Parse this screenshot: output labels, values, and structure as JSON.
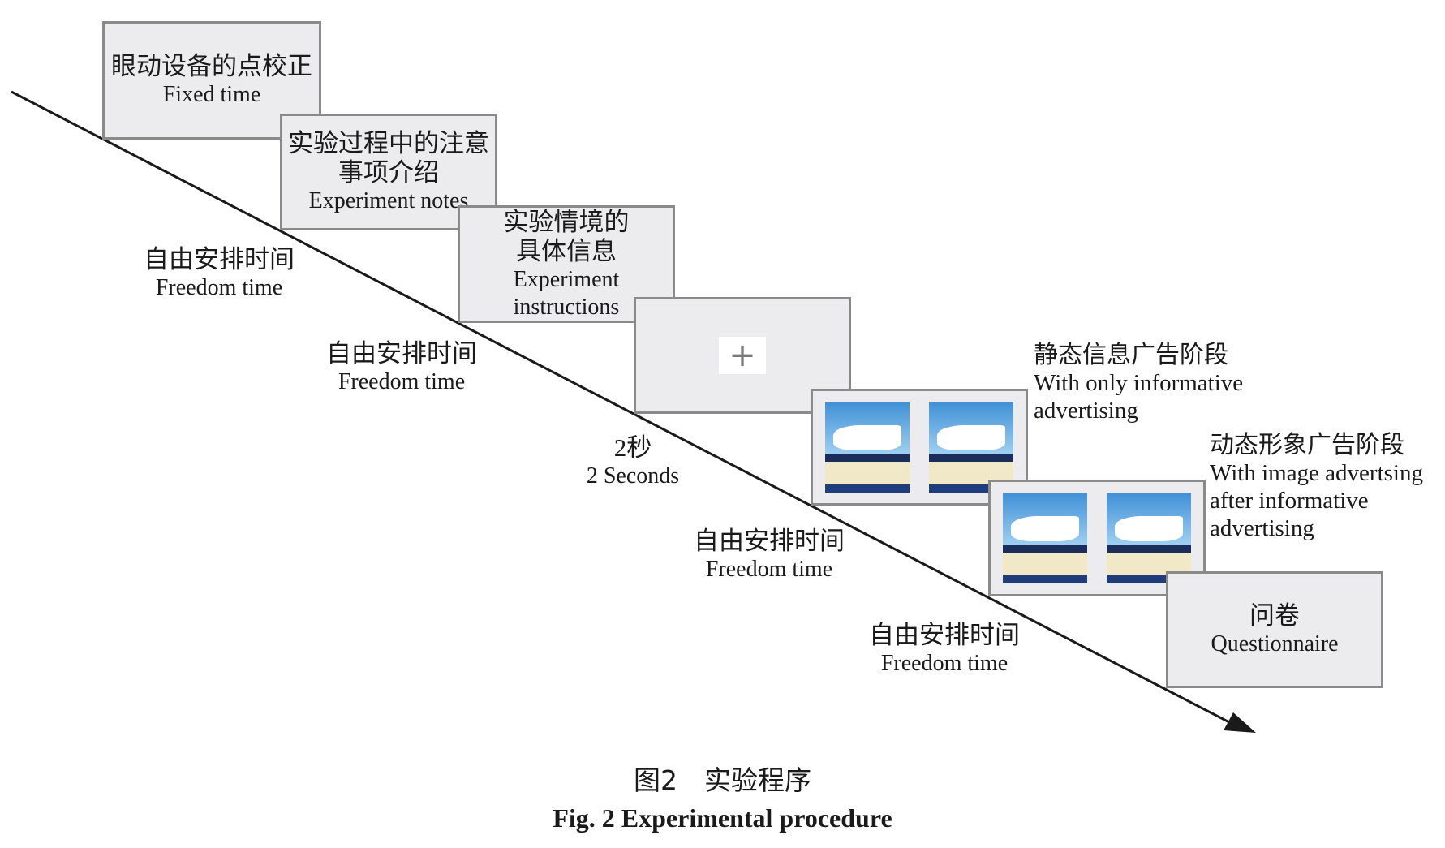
{
  "screens": {
    "calibration": {
      "zh": "眼动设备的点校正",
      "en": "Fixed time"
    },
    "notes": {
      "zh": "实验过程中的注意\n事项介绍",
      "en": "Experiment notes"
    },
    "instructions": {
      "zh": "实验情境的\n具体信息",
      "en": "Experiment\ninstructions"
    },
    "fixation": {
      "symbol": "+"
    },
    "questionnaire": {
      "zh": "问卷",
      "en": "Questionnaire"
    }
  },
  "intervals": [
    {
      "zh": "自由安排时间",
      "en": "Freedom time"
    },
    {
      "zh": "自由安排时间",
      "en": "Freedom time"
    },
    {
      "zh": "2秒",
      "en": "2 Seconds"
    },
    {
      "zh": "自由安排时间",
      "en": "Freedom time"
    },
    {
      "zh": "自由安排时间",
      "en": "Freedom time"
    }
  ],
  "stages": {
    "static": {
      "zh": "静态信息广告阶段",
      "en": "With only informative\nadvertising"
    },
    "dynamic": {
      "zh": "动态形象广告阶段",
      "en": "With image advertsing\nafter informative\nadvertising"
    }
  },
  "caption": {
    "zh": "图2　实验程序",
    "en": "Fig. 2   Experimental procedure"
  },
  "colors": {
    "screen_bg": "#ececee",
    "screen_border": "#8a8a8a",
    "timeline": "#1a1a1a"
  }
}
